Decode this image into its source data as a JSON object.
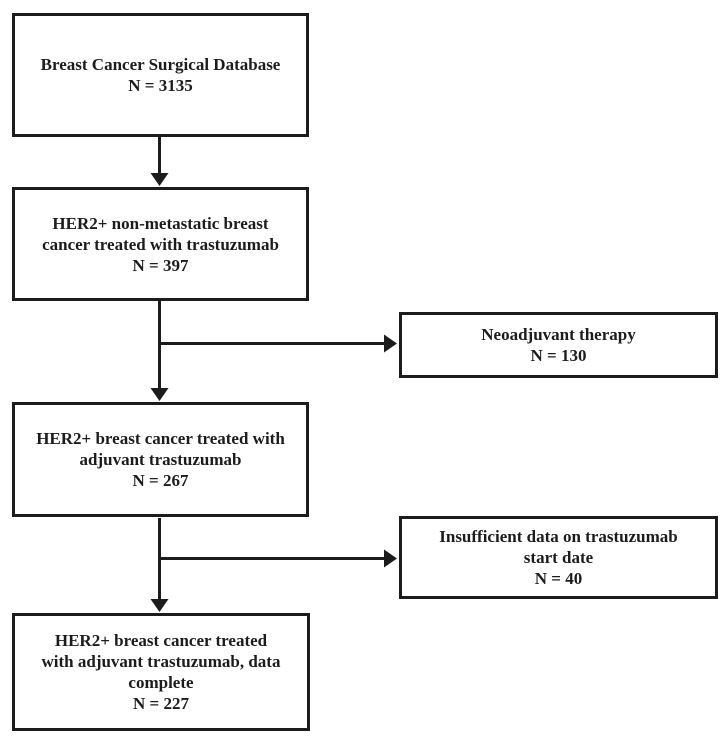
{
  "flowchart": {
    "ink_color": "#1c1c1c",
    "background_color": "#ffffff",
    "nodes": {
      "database": {
        "label": "Breast Cancer Surgical Database",
        "count": "N = 3135"
      },
      "her2_nonmetastatic": {
        "label": "HER2+ non-metastatic breast\ncancer treated with trastuzumab",
        "count": "N = 397"
      },
      "neoadjuvant": {
        "label": "Neoadjuvant therapy",
        "count": "N = 130"
      },
      "adjuvant": {
        "label": "HER2+ breast cancer treated with\nadjuvant trastuzumab",
        "count": "N = 267"
      },
      "insufficient_start_date": {
        "label": "Insufficient data on trastuzumab\nstart date",
        "count": "N = 40"
      },
      "data_complete": {
        "label": "HER2+ breast cancer treated\nwith adjuvant trastuzumab, data\ncomplete",
        "count": "N = 227"
      }
    }
  }
}
